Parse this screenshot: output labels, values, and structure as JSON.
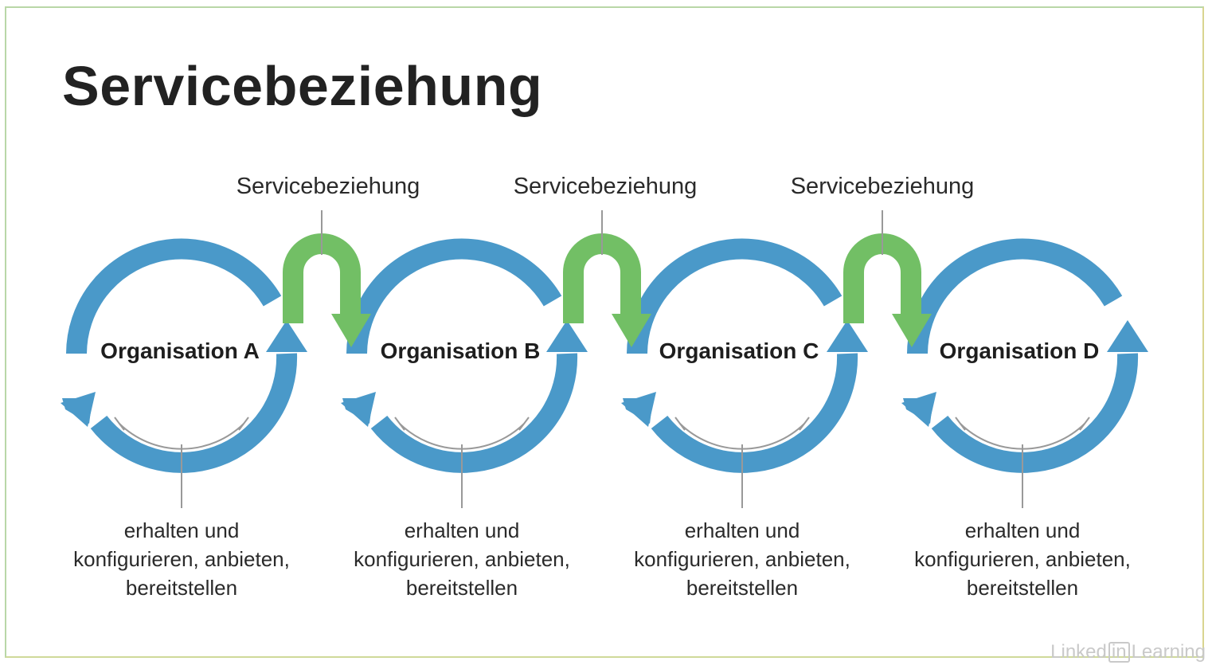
{
  "title": "Servicebeziehung",
  "relations": [
    {
      "label": "Servicebeziehung"
    },
    {
      "label": "Servicebeziehung"
    },
    {
      "label": "Servicebeziehung"
    }
  ],
  "organizations": [
    {
      "name": "Organisation A",
      "desc": [
        "erhalten und",
        "konfigurieren, anbieten,",
        "bereitstellen"
      ]
    },
    {
      "name": "Organisation B",
      "desc": [
        "erhalten und",
        "konfigurieren, anbieten,",
        "bereitstellen"
      ]
    },
    {
      "name": "Organisation C",
      "desc": [
        "erhalten und",
        "konfigurieren, anbieten,",
        "bereitstellen"
      ]
    },
    {
      "name": "Organisation D",
      "desc": [
        "erhalten und",
        "konfigurieren, anbieten,",
        "bereitstellen"
      ]
    }
  ],
  "watermark": {
    "pre": "Linked",
    "box": "in",
    "post": "Learning"
  },
  "colors": {
    "cycle": "#4a99c9",
    "relation": "#72bf65",
    "text": "#222222",
    "line": "#999999"
  }
}
